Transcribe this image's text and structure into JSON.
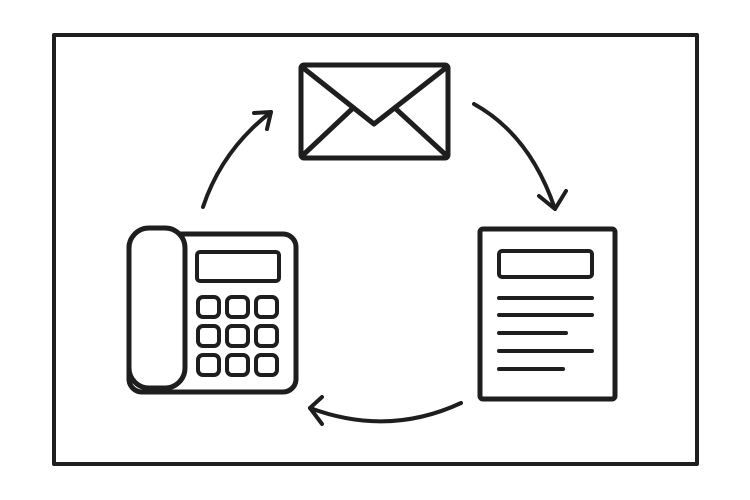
{
  "diagram": {
    "nodes": [
      {
        "id": "email",
        "icon": "envelope-icon"
      },
      {
        "id": "document",
        "icon": "document-icon"
      },
      {
        "id": "phone",
        "icon": "desk-phone-icon"
      }
    ],
    "cycle": [
      {
        "from": "phone",
        "to": "email"
      },
      {
        "from": "email",
        "to": "document"
      },
      {
        "from": "document",
        "to": "phone"
      }
    ],
    "colors": {
      "stroke": "#1e1e1e",
      "background": "#ffffff"
    }
  }
}
